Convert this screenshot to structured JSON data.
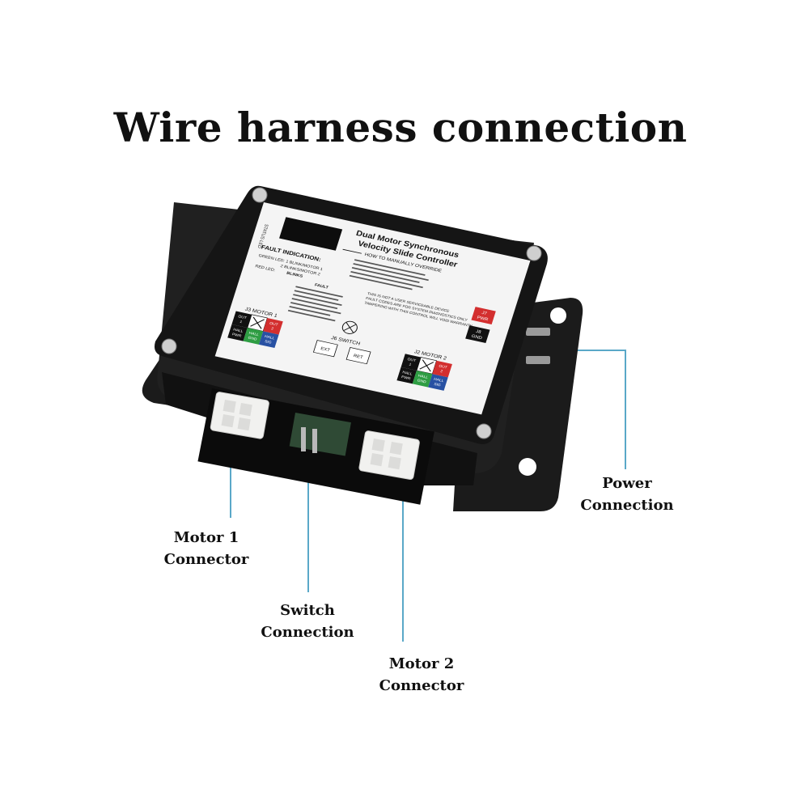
{
  "title": "Wire harness connection",
  "callouts": {
    "power": [
      "Power",
      "Connection"
    ],
    "motor1": [
      "Motor 1",
      "Connector"
    ],
    "switch": [
      "Switch",
      "Connection"
    ],
    "motor2": [
      "Motor 2",
      "Connector"
    ]
  },
  "panel": {
    "status_label": "STATUS LED",
    "product_name": [
      "Dual Motor Synchronous",
      "Velocity Slide Controller"
    ],
    "override": "HOW TO MANUALLY OVERRIDE",
    "fault_heading": "FAULT INDICATION:",
    "green_led": "GREEN LED: 1 BLINK/MOTOR 1",
    "green_led2": "2 BLINKS/MOTOR 2",
    "red_led": "RED LED:",
    "blinks": "BLINKS",
    "fault": "FAULT",
    "warning": [
      "THIS IS NOT A USER SERVICEABLE DEVICE",
      "FAULT CODES ARE FOR SYSTEM DIAGNOSTICS ONLY",
      "TAMPERING WITH THIS CONTROL WILL VOID WARRANTY"
    ],
    "j7": [
      "J7",
      "PWR"
    ],
    "j8": [
      "J8",
      "GND"
    ],
    "j3": "J3 MOTOR 1",
    "j2": "J2 MOTOR 2",
    "j6": "J6 SWITCH",
    "ext": "EXT",
    "ret": "RET",
    "out1": [
      "OUT",
      "1"
    ],
    "out2": [
      "OUT",
      "2"
    ],
    "hall_pwr": [
      "HALL",
      "PWR"
    ],
    "hall_gnd": [
      "HALL",
      "GND"
    ],
    "hall_sig": [
      "HALL",
      "SIG"
    ]
  },
  "colors": {
    "callout_line": "#5aa8c8",
    "case": "#1a1a1a",
    "panel": "#f4f4f4",
    "red": "#d32f2f",
    "green": "#2e9d43",
    "blue": "#2851a3"
  }
}
